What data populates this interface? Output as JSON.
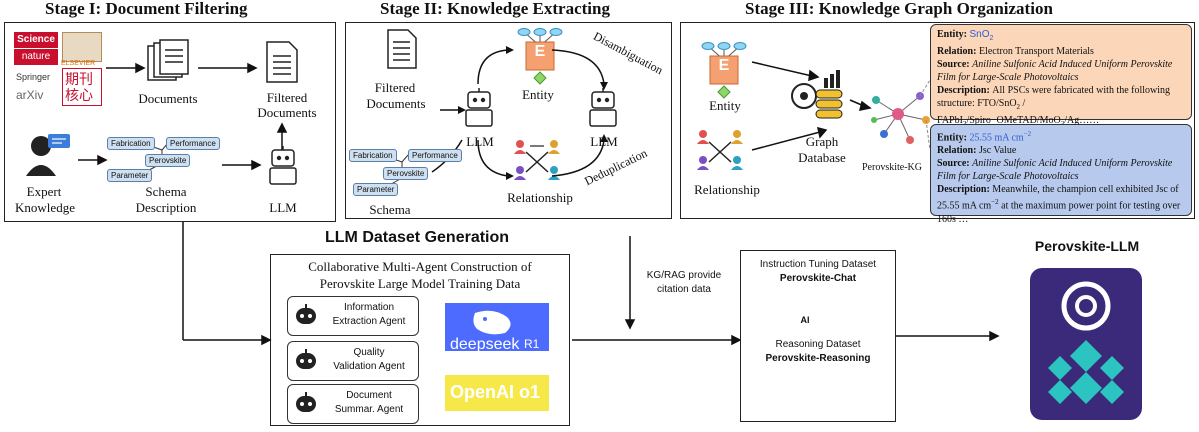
{
  "stage1": {
    "title": "Stage I: Document Filtering",
    "publishers": [
      "Science",
      "nature",
      "ELSEVIER",
      "Springer",
      "arXiv",
      "期刊",
      "核心"
    ],
    "documents_label": "Documents",
    "filtered_label_1": "Filtered",
    "filtered_label_2": "Documents",
    "expert_label_1": "Expert",
    "expert_label_2": "Knowledge",
    "schema_label_1": "Schema",
    "schema_label_2": "Description",
    "llm_label": "LLM",
    "schema_tags": [
      "Fabrication",
      "Performance",
      "Perovskite",
      "Parameter"
    ]
  },
  "stage2": {
    "title": "Stage II: Knowledge Extracting",
    "filtered_label_1": "Filtered",
    "filtered_label_2": "Documents",
    "llm_left": "LLM",
    "llm_right": "LLM",
    "entity_label": "Entity",
    "entity_letter": "E",
    "relationship_label": "Relationship",
    "schema_label": "Schema",
    "disambiguation": "Disambiguation",
    "deduplication": "Deduplication",
    "schema_tags": [
      "Fabrication",
      "Performance",
      "Perovskite",
      "Parameter"
    ]
  },
  "stage3": {
    "title": "Stage III: Knowledge Graph Organization",
    "entity_label": "Entity",
    "entity_letter": "E",
    "relationship_label": "Relationship",
    "graph_db_1": "Graph",
    "graph_db_2": "Database",
    "kg_label": "Perovskite-KG",
    "card1": {
      "entity_key": "Entity",
      "entity_val": "SnO",
      "entity_sub": "2",
      "relation_key": "Relation",
      "relation_val": "Electron Transport Materials",
      "source_key": "Source",
      "source_val": "Aniline Sulfonic Acid Induced Uniform Perovskite Film for Large-Scale  Photovoltaics",
      "desc_key": "Description",
      "desc_val": "All PSCs were fabricated with the following structure: FTO/SnO",
      "desc_sub1": "2",
      "desc_val2": " /",
      "desc_line2": "FAPbI",
      "desc_sub2": "3",
      "desc_line2b": "/Spiro−OMeTAD/MoO",
      "desc_sub3": "3",
      "desc_line2c": "/Ag……"
    },
    "card2": {
      "entity_key": "Entity",
      "entity_val": "25.55 mA cm",
      "entity_sup": "−2",
      "relation_key": "Relation",
      "relation_val": "Jsc Value",
      "source_key": "Source",
      "source_val": "Aniline Sulfonic Acid Induced Uniform Perovskite Film for Large-Scale  Photovoltaics",
      "desc_key": "Description",
      "desc_val": "Meanwhile, the champion cell exhibited Jsc of 25.55 mA cm",
      "desc_sup": "−2",
      "desc_val2": " at the maximum power point for testing over 160s …"
    }
  },
  "dataset": {
    "title": "LLM Dataset Generation",
    "heading_1": "Collaborative Multi-Agent Construction of",
    "heading_2": "Perovskite Large Model Training Data",
    "agents": [
      {
        "line1": "Information",
        "line2": "Extraction Agent"
      },
      {
        "line1": "Quality",
        "line2": "Validation Agent"
      },
      {
        "line1": "Document",
        "line2": "Summar. Agent"
      }
    ],
    "deepseek_text": "deepseek",
    "deepseek_r1": "R1",
    "openai_text": "OpenAI o1",
    "kg_rag_1": "KG/RAG provide",
    "kg_rag_2": "citation data"
  },
  "instruction": {
    "line1": "Instruction Tuning Dataset",
    "chat": "Perovskite-Chat",
    "ai_text": "AI",
    "line3": "Reasoning Dataset",
    "reasoning": "Perovskite-Reasoning"
  },
  "final": {
    "title": "Perovskite-LLM"
  },
  "colors": {
    "entity_orange": "#f4a070",
    "card1_bg": "#fbd6b8",
    "card2_bg": "#b7c9ec",
    "schema_blue": "#cfe0f1",
    "deepseek_bg": "#4d6bfe",
    "openai_bg": "#f7e84a",
    "final_bg": "#3b2a7a",
    "final_teal": "#2cc4c0"
  }
}
